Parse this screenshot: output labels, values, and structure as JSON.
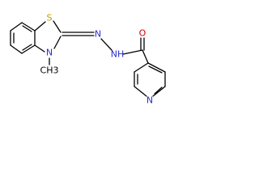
{
  "molecule": {
    "atoms": {
      "sulfur": "S",
      "ring_nitrogen": "N",
      "methyl": "CH3",
      "imine_nitrogen": "N",
      "hydrazide_nh": "NH",
      "carbonyl_oxygen": "O",
      "pyridine_nitrogen": "N"
    },
    "colors": {
      "bond": "#000000",
      "sulfur": "#b8a000",
      "nitrogen": "#2b2bcc",
      "oxygen": "#cc0000",
      "carbon": "#000000"
    }
  }
}
